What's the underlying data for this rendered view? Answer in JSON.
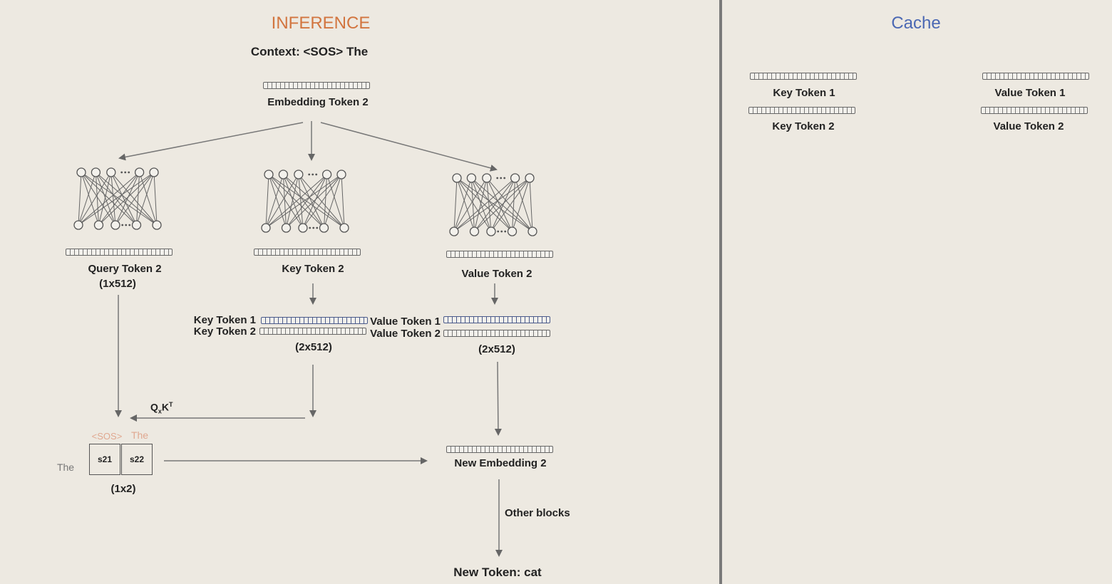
{
  "inference": {
    "title": "INFERENCE",
    "title_color": "#d2753f",
    "context": "Context: <SOS> The",
    "embedding_label": "Embedding Token 2",
    "query_label": "Query Token 2",
    "query_dim": "(1x512)",
    "key_label": "Key Token 2",
    "value_label": "Value Token 2",
    "key_stack": {
      "row1": "Key Token 1",
      "row2": "Key Token 2",
      "dim": "(2x512)"
    },
    "value_stack": {
      "row1": "Value Token 1",
      "row2": "Value Token 2",
      "dim": "(2x512)"
    },
    "qk_label": "Q",
    "qk_sub": "x",
    "qk_k": "K",
    "qk_sup": "T",
    "score": {
      "col_headers": [
        "<SOS>",
        "The"
      ],
      "row_header": "The",
      "cells": [
        "s21",
        "s22"
      ],
      "dim": "(1x2)",
      "header_color": "#e0a890"
    },
    "new_embedding_label": "New Embedding 2",
    "other_blocks_label": "Other blocks",
    "new_token_label": "New Token: cat"
  },
  "cache": {
    "title": "Cache",
    "title_color": "#4b68b3",
    "items": [
      "Key Token 1",
      "Key Token 2",
      "Value Token 1",
      "Value Token 2"
    ]
  }
}
